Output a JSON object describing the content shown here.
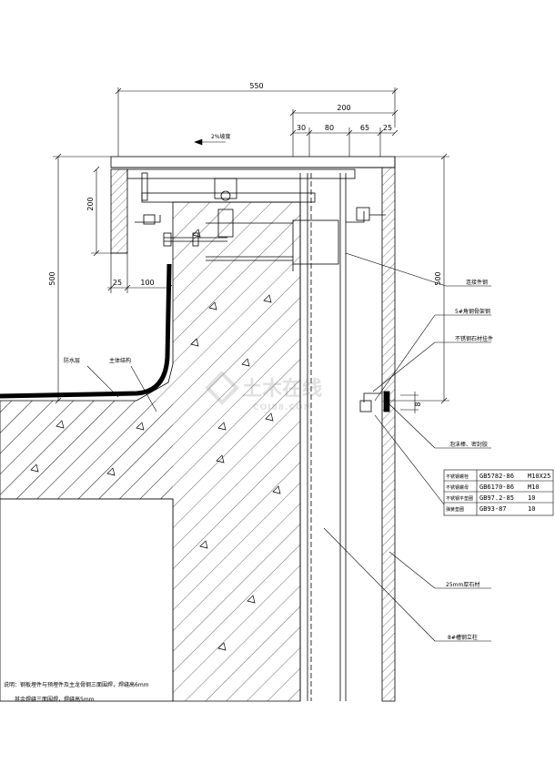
{
  "dimensions": {
    "overall_width": "550",
    "right_width": "200",
    "seg_30": "30",
    "seg_80": "80",
    "seg_65": "65",
    "seg_25": "25",
    "left_200": "200",
    "left_500": "500",
    "right_500": "500",
    "bottom_25": "25",
    "bottom_100": "100",
    "small_8": "8"
  },
  "labels": {
    "slope": "2%坡度",
    "waterproof": "防水层",
    "structure": "主体结构",
    "connector": "连接件钢",
    "angle_steel": "5#角钢骨架钢",
    "stainless_bolt": "不锈钢石材挂件",
    "sealant": "泡沫棒、密封胶",
    "stone": "25mm厚石材",
    "channel_steel": "8#槽钢立柱"
  },
  "spec_table": [
    {
      "name": "不锈钢螺栓",
      "code": "GB5782-86",
      "size": "M10X25"
    },
    {
      "name": "不锈钢螺母",
      "code": "GB6170-86",
      "size": "M10"
    },
    {
      "name": "不锈钢平垫圈",
      "code": "GB97.2-85",
      "size": "10"
    },
    {
      "name": "弹簧垫圈",
      "code": "GB93-87",
      "size": "10"
    }
  ],
  "notes": {
    "line1": "说明：钢板埋件与预埋件及主龙骨钢三面围焊，焊缝高6mm",
    "line2": "其余焊缝三面围焊，焊缝高5mm"
  },
  "watermark": {
    "main": "土木在线",
    "sub": "COI88.COM"
  }
}
